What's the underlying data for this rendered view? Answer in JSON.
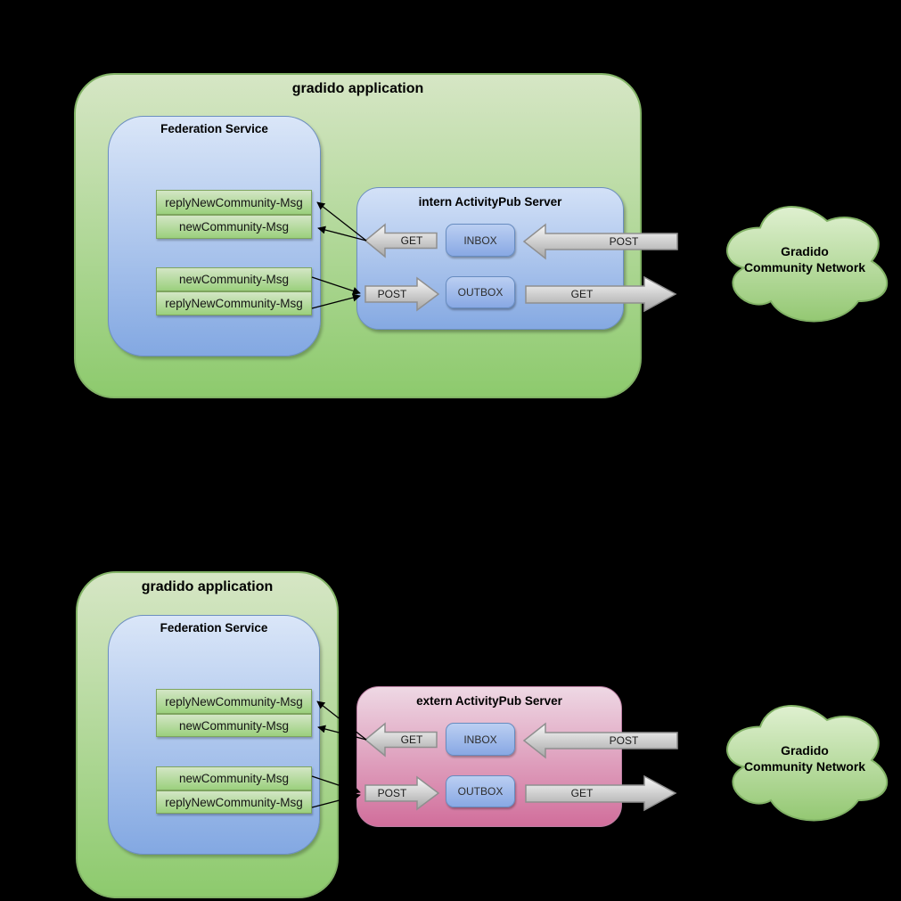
{
  "canvas": {
    "background": "#000000"
  },
  "palette": {
    "app_green_top": "#d6e6c5",
    "app_green_bottom": "#8dca6d",
    "green_border": "#82b366",
    "federation_blue_top": "#dae6f8",
    "federation_blue_bottom": "#83a8e2",
    "blue_border": "#6c8ebf",
    "message_green_top": "#d3e6c5",
    "message_green_bottom": "#9bd07d",
    "message_green_border": "#7ea55f",
    "mailbox_blue_top": "#bbcff2",
    "mailbox_blue_bottom": "#88a8e4",
    "extern_pink_top": "#eed8e4",
    "extern_pink_bottom": "#d16e9b",
    "pink_border": "#bd7fa4",
    "arrow_fill_top": "#f9f9f9",
    "arrow_fill_bottom": "#a6a6a6",
    "arrow_border": "#8f8f8f",
    "cloud_green_top": "#dff0d0",
    "cloud_green_bottom": "#94c873"
  },
  "diagrams": [
    {
      "application_title": "gradido application",
      "federation": {
        "title": "Federation Service",
        "receive_messages": [
          "replyNewCommunity-Msg",
          "newCommunity-Msg"
        ],
        "send_messages": [
          "newCommunity-Msg",
          "replyNewCommunity-Msg"
        ]
      },
      "server": {
        "title": "intern ActivityPub Server",
        "inbox_label": "INBOX",
        "outbox_label": "OUTBOX"
      },
      "arrows": {
        "inbox_to_federation": "GET",
        "network_to_inbox": "POST",
        "federation_to_outbox": "POST",
        "outbox_to_network": "GET"
      },
      "cloud": {
        "line1": "Gradido",
        "line2": "Community Network"
      }
    },
    {
      "application_title": "gradido application",
      "federation": {
        "title": "Federation Service",
        "receive_messages": [
          "replyNewCommunity-Msg",
          "newCommunity-Msg"
        ],
        "send_messages": [
          "newCommunity-Msg",
          "replyNewCommunity-Msg"
        ]
      },
      "server": {
        "title": "extern ActivityPub Server",
        "inbox_label": "INBOX",
        "outbox_label": "OUTBOX"
      },
      "arrows": {
        "inbox_to_federation": "GET",
        "network_to_inbox": "POST",
        "federation_to_outbox": "POST",
        "outbox_to_network": "GET"
      },
      "cloud": {
        "line1": "Gradido",
        "line2": "Community Network"
      }
    }
  ]
}
